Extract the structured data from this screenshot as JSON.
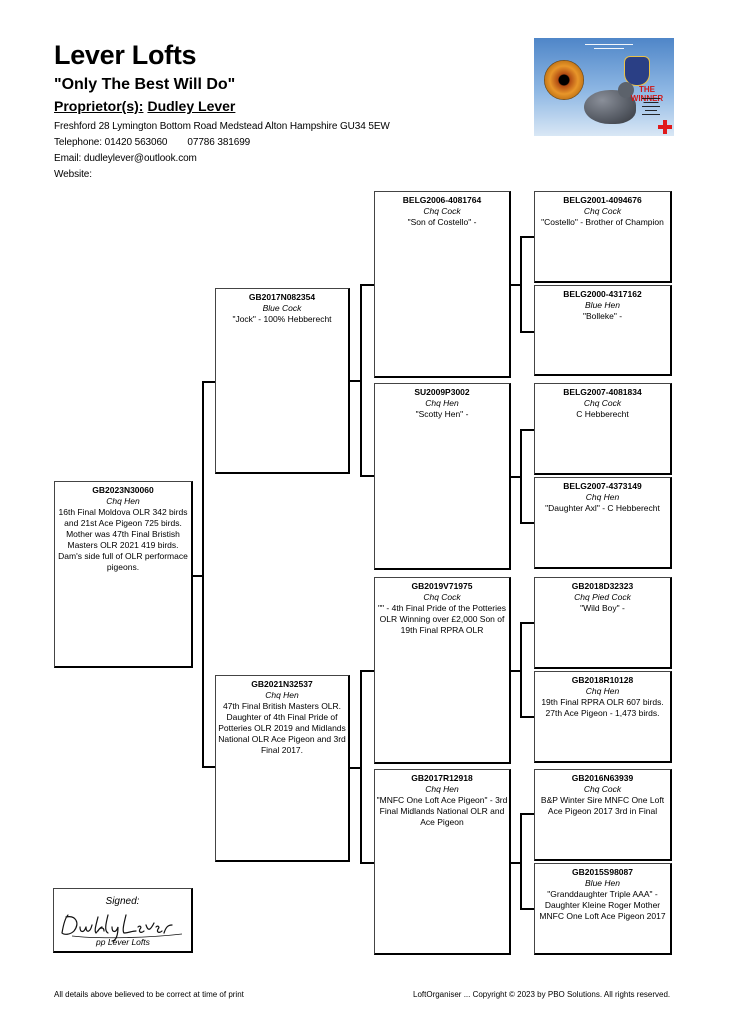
{
  "header": {
    "loft_name": "Lever Lofts",
    "motto": "\"Only The Best Will Do\"",
    "proprietor_label": "Proprietor(s):",
    "proprietor_name": "Dudley Lever",
    "address": "Freshford 28 Lymington Bottom Road Medstead Alton Hampshire GU34 5EW",
    "telephone_label": "Telephone:",
    "telephone_1": "01420 563060",
    "telephone_2": "07786 381699",
    "email_label": "Email:",
    "email": "dudleylever@outlook.com",
    "website_label": "Website:"
  },
  "promo": {
    "headline": "THE WINNER"
  },
  "pedigree": {
    "subject": {
      "ring": "GB2023N30060",
      "colour": "Chq Hen",
      "notes": "16th Final Moldova OLR 342 birds and 21st Ace Pigeon 725 birds. Mother was 47th Final Bristish Masters OLR 2021 419 birds. Dam's side full of OLR performace pigeons."
    },
    "sire": {
      "ring": "GB2017N082354",
      "colour": "Blue Cock",
      "notes": "\"Jock\" - 100% Hebberecht"
    },
    "dam": {
      "ring": "GB2021N32537",
      "colour": "Chq Hen",
      "notes": "47th Final British Masters OLR. Daughter of 4th Final Pride of Potteries OLR 2019 and Midlands National OLR Ace Pigeon and 3rd Final 2017."
    },
    "ss": {
      "ring": "BELG2006-4081764",
      "colour": "Chq Cock",
      "notes": "\"Son of Costello\" -"
    },
    "sd": {
      "ring": "SU2009P3002",
      "colour": "Chq Hen",
      "notes": "\"Scotty Hen\" -"
    },
    "ds": {
      "ring": "GB2019V71975",
      "colour": "Chq Cock",
      "notes": "\"\" - 4th Final Pride of the Potteries OLR Winning over £2,000 Son of 19th Final RPRA OLR"
    },
    "dd": {
      "ring": "GB2017R12918",
      "colour": "Chq Hen",
      "notes": "\"MNFC One Loft Ace Pigeon\" - 3rd Final Midlands National OLR and Ace Pigeon"
    },
    "sss": {
      "ring": "BELG2001-4094676",
      "colour": "Chq Cock",
      "notes": "\"Costello\" - Brother of Champion"
    },
    "ssd": {
      "ring": "BELG2000-4317162",
      "colour": "Blue Hen",
      "notes": "\"Bolleke\" -"
    },
    "sds": {
      "ring": "BELG2007-4081834",
      "colour": "Chq Cock",
      "notes": "C Hebberecht"
    },
    "sdd": {
      "ring": "BELG2007-4373149",
      "colour": "Chq Hen",
      "notes": "\"Daughter Axl\" - C Hebberecht"
    },
    "dss": {
      "ring": "GB2018D32323",
      "colour": "Chq Pied Cock",
      "notes": "\"Wild Boy\" -"
    },
    "dsd": {
      "ring": "GB2018R10128",
      "colour": "Chq Hen",
      "notes": "19th Final RPRA OLR 607 birds. 27th Ace Pigeon - 1,473 birds."
    },
    "dds": {
      "ring": "GB2016N63939",
      "colour": "Chq Cock",
      "notes": "B&P Winter Sire MNFC One Loft Ace Pigeon 2017 3rd in Final"
    },
    "ddd": {
      "ring": "GB2015S98087",
      "colour": "Blue Hen",
      "notes": "\"Granddaughter Triple AAA\" - Daughter Kleine Roger Mother MNFC One Loft Ace Pigeon 2017"
    }
  },
  "signature": {
    "label": "Signed:",
    "name": "Dudley Lever",
    "pp": "pp Lever Lofts"
  },
  "footer": {
    "disclaimer": "All details above believed to be correct at time of print",
    "copyright": "LoftOrganiser ... Copyright © 2023 by PBO Solutions. All rights reserved."
  }
}
